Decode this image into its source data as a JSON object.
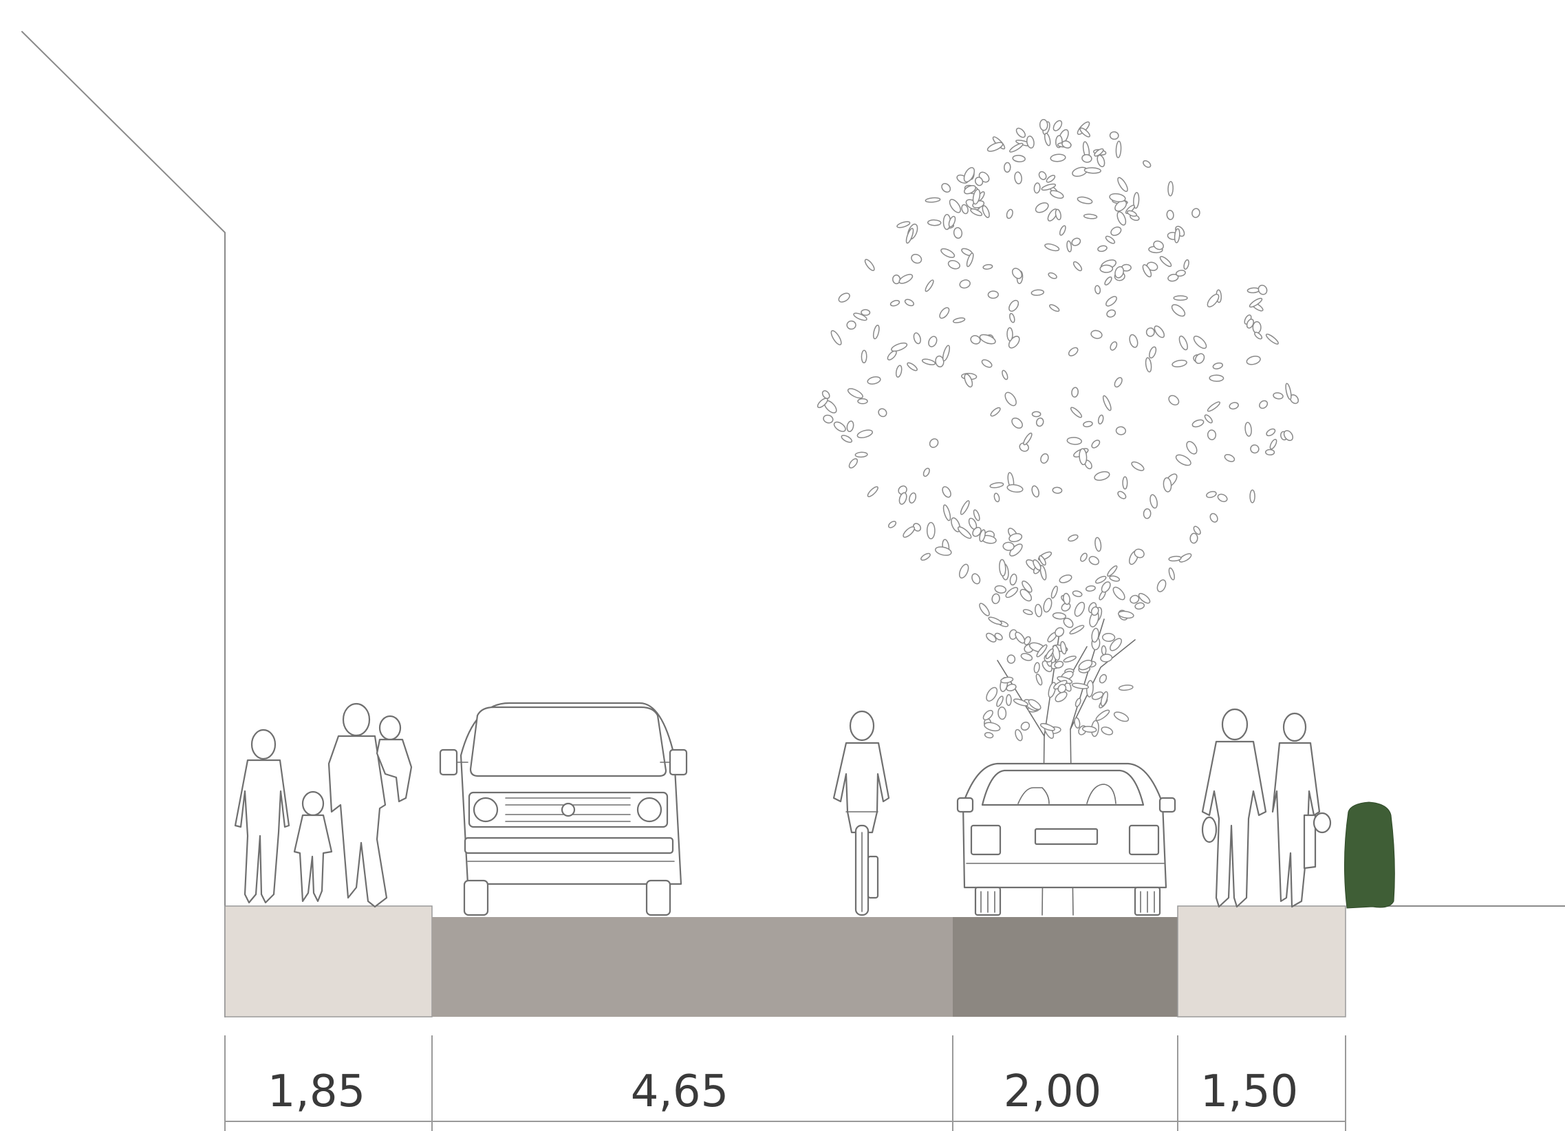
{
  "colors": {
    "sidewalk": "#e2dcd6",
    "roadway": "#a7a19c",
    "parking_strip": "#8c8781",
    "hedge": "#3f5e36",
    "line": "#8a8a8a"
  },
  "segments": [
    {
      "label": "1,85",
      "width_m": 1.85,
      "surface": "sidewalk"
    },
    {
      "label": "4,65",
      "width_m": 4.65,
      "surface": "roadway"
    },
    {
      "label": "2,00",
      "width_m": 2.0,
      "surface": "parking_strip"
    },
    {
      "label": "1,50",
      "width_m": 1.5,
      "surface": "sidewalk"
    }
  ],
  "icons": [
    "building-facade-icon",
    "pedestrian-family-icon",
    "van-front-icon",
    "cyclist-icon",
    "tree-icon",
    "car-rear-icon",
    "pedestrian-couple-icon",
    "hedge-icon"
  ]
}
